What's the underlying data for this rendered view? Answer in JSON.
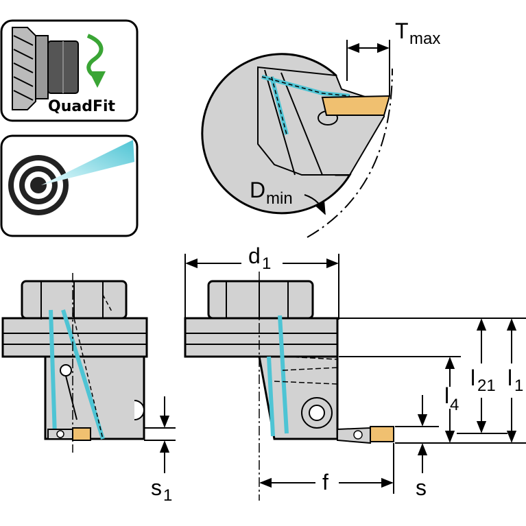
{
  "quadfit_label": "QuadFit",
  "colors": {
    "body_gray": "#d2d2d2",
    "coolant_cyan": "#4ec4d4",
    "insert_orange": "#f0c070",
    "arrow_green": "#3aa535",
    "line_black": "#000000"
  },
  "icons": {
    "quadfit": "quadfit-coupling-icon",
    "coolant": "internal-coolant-icon"
  },
  "labels": {
    "tmax": "T",
    "tmax_sub": "max",
    "dmin": "D",
    "dmin_sub": "min",
    "d1": "d",
    "d1_sub": "1",
    "l21": "l",
    "l21_sub": "21",
    "l1": "l",
    "l1_sub": "1",
    "l4": "l",
    "l4_sub": "4",
    "f": "f",
    "s": "s",
    "s1": "s",
    "s1_sub": "1"
  }
}
